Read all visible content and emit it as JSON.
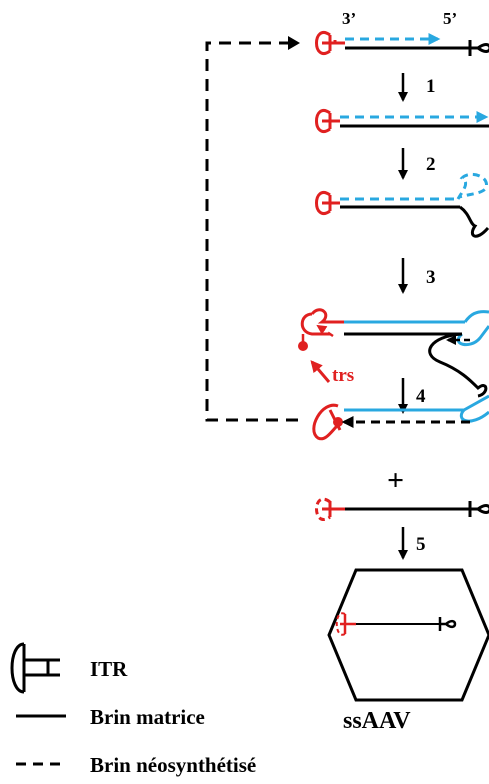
{
  "colors": {
    "itr_template": "#000000",
    "itr_red": "#e02020",
    "strand_blue": "#29a8e0",
    "line_black": "#000000"
  },
  "end_labels": {
    "three_prime": "3’",
    "five_prime": "5’"
  },
  "steps": [
    "1",
    "2",
    "3",
    "4",
    "5"
  ],
  "trs_label": "trs",
  "plus_sign": "+",
  "capsid_label": "ssAAV",
  "legend": {
    "itr": {
      "label": "ITR",
      "icon": "itr-hairpin-icon"
    },
    "template": {
      "label": "Brin matrice"
    },
    "new": {
      "label": "Brin néosynthétisé"
    }
  }
}
